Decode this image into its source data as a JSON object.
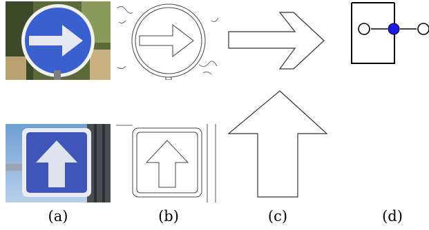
{
  "figure": {
    "captions": [
      "(a)",
      "(b)",
      "(c)",
      "(d)"
    ]
  },
  "colors": {
    "sign_blue": "#3a5fcf",
    "sign_blue_dark": "#2a47a8",
    "square_blue": "#3f55b8",
    "dot_blue": "#1a1aee",
    "line": "#000000"
  },
  "icons": [
    "right-arrow-sign",
    "up-arrow-sign",
    "edge-map",
    "arrow-silhouette",
    "graph-node-diagram"
  ]
}
